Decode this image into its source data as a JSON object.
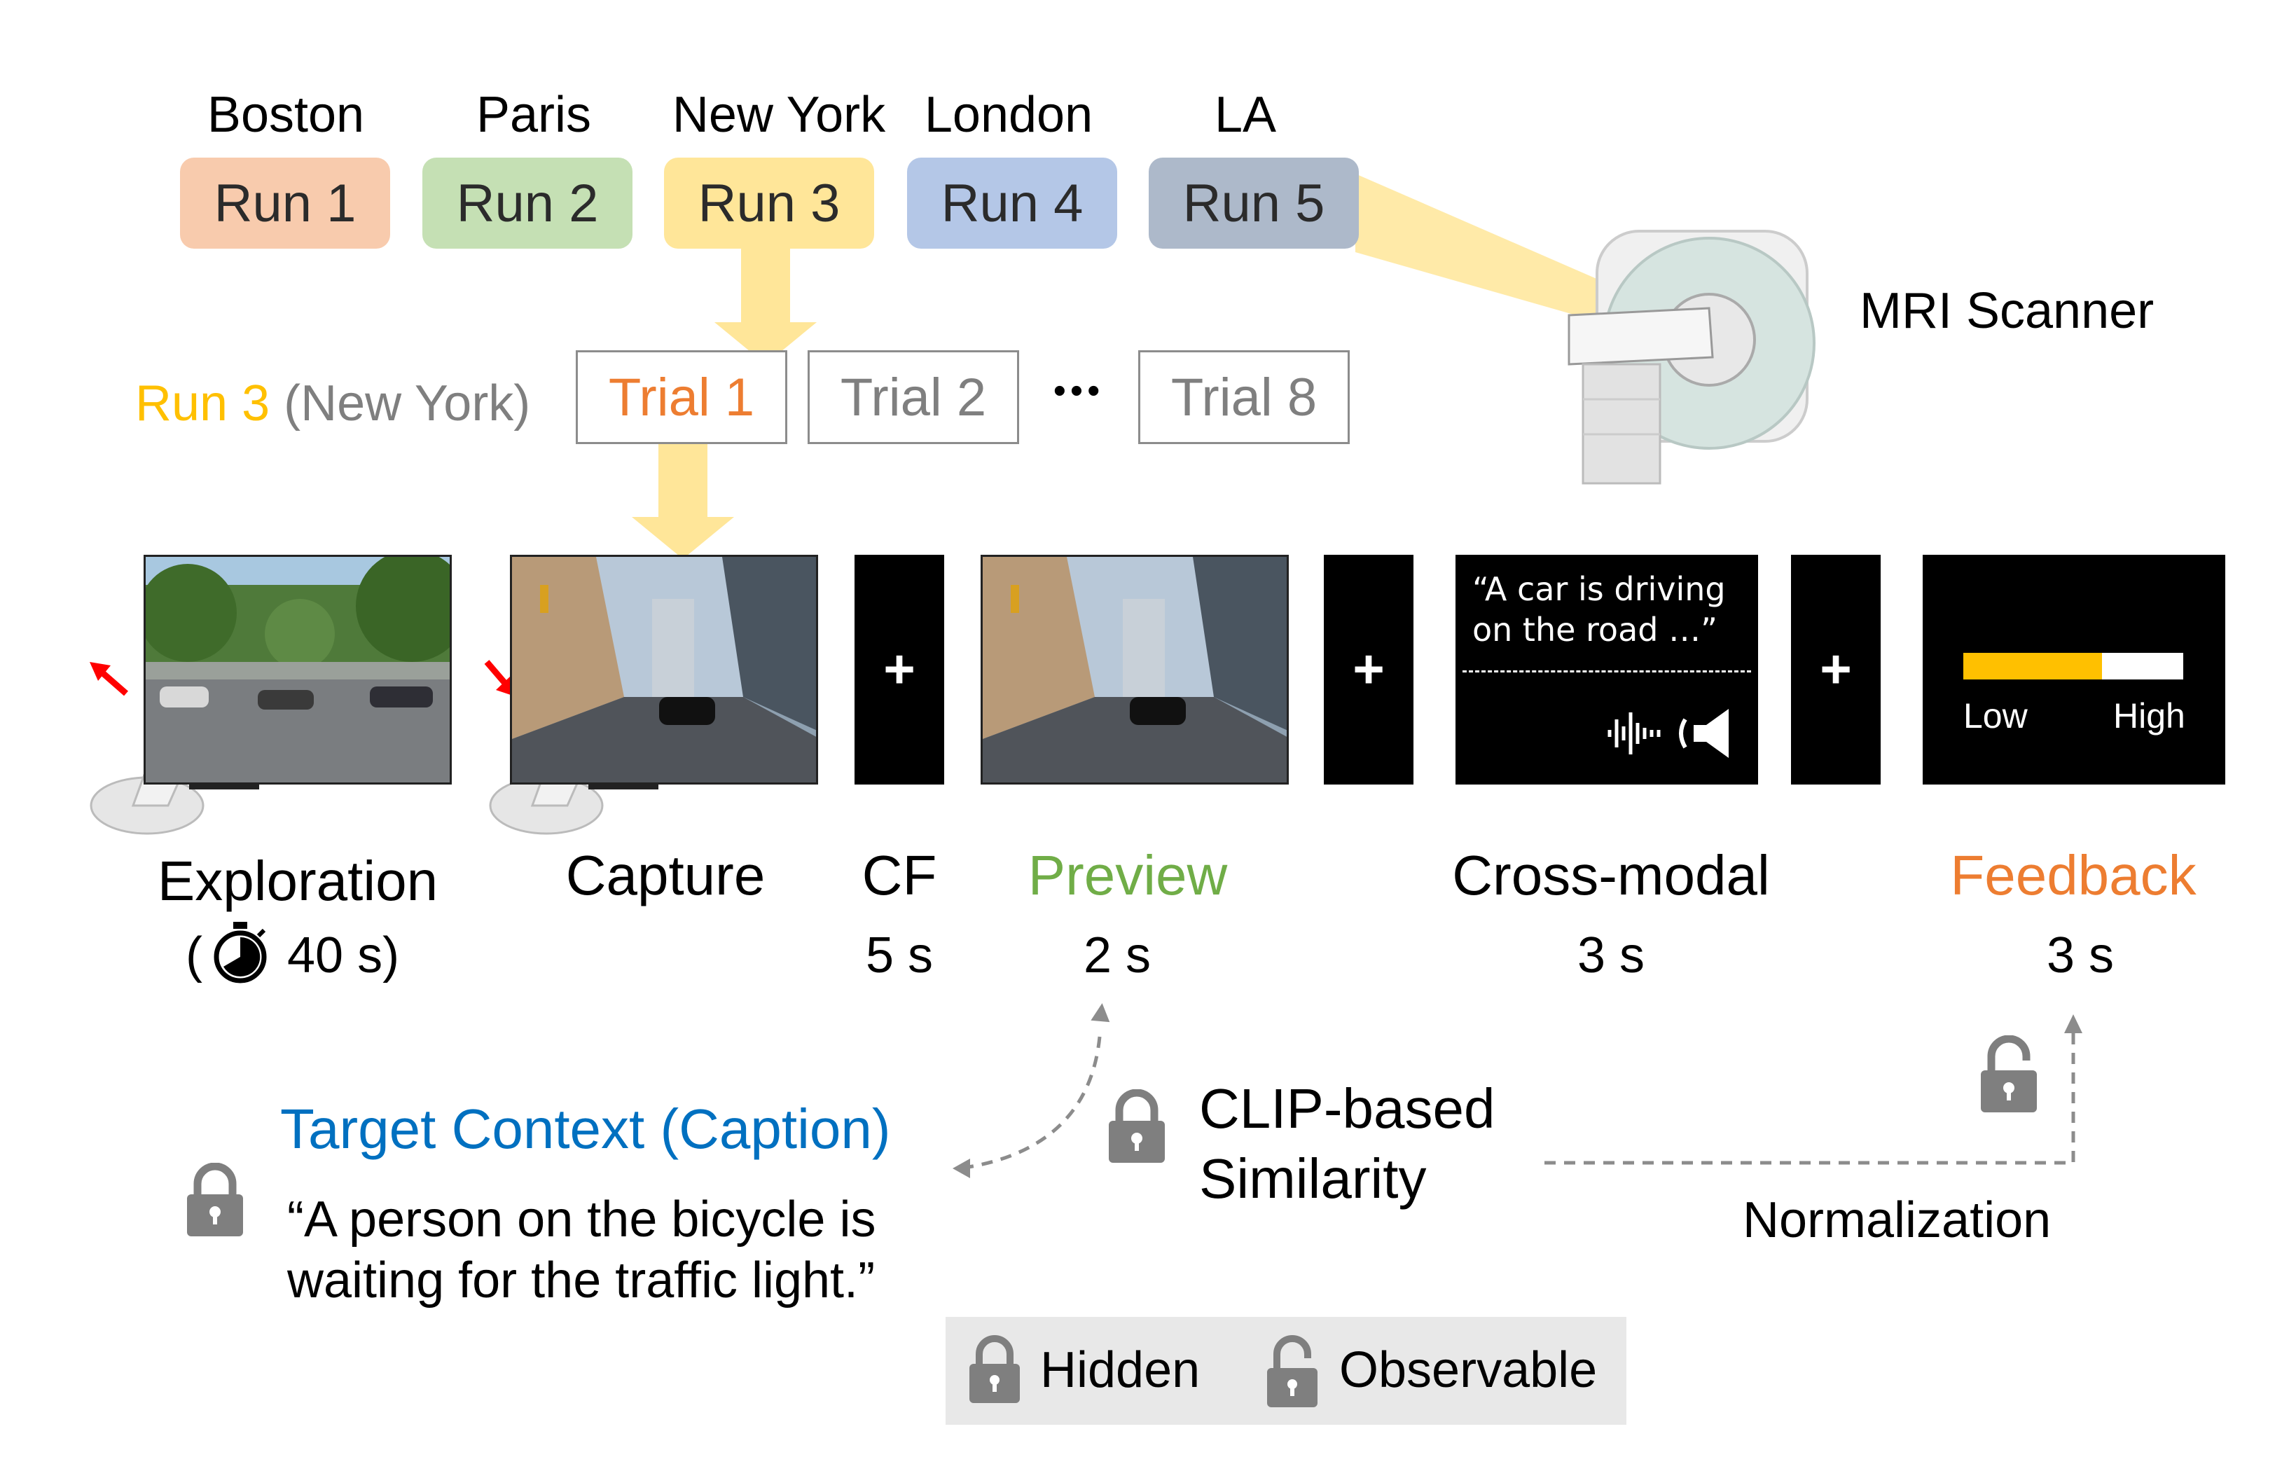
{
  "runs": [
    {
      "city": "Boston",
      "label": "Run 1",
      "color": "#f8cbad"
    },
    {
      "city": "Paris",
      "label": "Run 2",
      "color": "#c5e0b4"
    },
    {
      "city": "New York",
      "label": "Run 3",
      "color": "#ffe699"
    },
    {
      "city": "London",
      "label": "Run 4",
      "color": "#b4c7e7"
    },
    {
      "city": "LA",
      "label": "Run 5",
      "color": "#adb9ca"
    }
  ],
  "scanner_label": "MRI Scanner",
  "run_header": {
    "run": "Run 3",
    "city": "(New York)",
    "run_color": "#ffc000",
    "city_color": "#7f7f7f"
  },
  "trials": [
    {
      "label": "Trial 1",
      "color": "#ed7d31"
    },
    {
      "label": "Trial 2",
      "color": "#7f7f7f"
    },
    {
      "label": "Trial 8",
      "color": "#7f7f7f"
    }
  ],
  "ellipsis": "•••",
  "phases": {
    "exploration": {
      "label": "Exploration",
      "duration_open": "(",
      "duration": "40 s)",
      "icon": "stopwatch-icon"
    },
    "capture": {
      "label": "Capture"
    },
    "cf": {
      "label": "CF",
      "duration": "5 s",
      "symbol": "+"
    },
    "preview": {
      "label": "Preview",
      "duration": "2 s",
      "color": "#70ad47"
    },
    "cross_modal": {
      "label": "Cross-modal",
      "duration": "3 s",
      "caption_line1": "“A car is driving",
      "caption_line2": "on the road …”"
    },
    "feedback": {
      "label": "Feedback",
      "duration": "3 s",
      "color": "#ed7d31",
      "low": "Low",
      "high": "High",
      "bar_fill_color": "#ffc000",
      "level": 0.63
    }
  },
  "target": {
    "title": "Target Context (Caption)",
    "title_color": "#0070c0",
    "line1": "“A person on the bicycle is",
    "line2": "waiting for the traffic light.”"
  },
  "clip": {
    "line1": "CLIP-based",
    "line2": "Similarity"
  },
  "normalization": "Normalization",
  "legend": {
    "hidden": "Hidden",
    "observable": "Observable"
  },
  "accent": {
    "arrow_yellow": "#ffe699",
    "lock_gray": "#7f7f7f",
    "dashed_gray": "#8c8c8c"
  }
}
